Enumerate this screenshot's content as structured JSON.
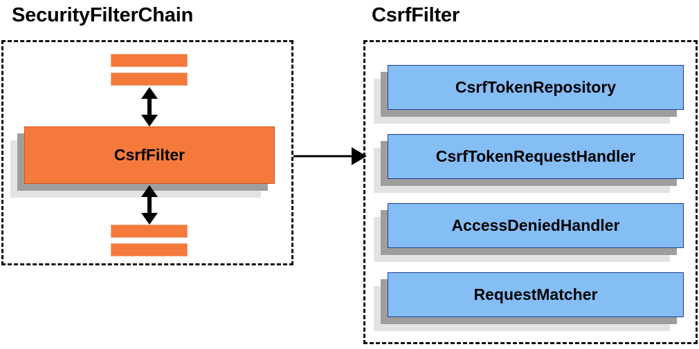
{
  "diagram": {
    "background": "#ffffff",
    "colors": {
      "orange_fill": "#f4793b",
      "orange_border": "#d6511b",
      "blue_fill": "#85bdf5",
      "blue_border": "#1f3c8c",
      "shadow_near": "#9e9e9e",
      "shadow_far": "#e3e3e3",
      "outline": "#111111",
      "text": "#000000"
    }
  },
  "left_panel": {
    "title": "SecurityFilterChain",
    "focus_box": {
      "label": "CsrfFilter"
    },
    "filters_above": [
      {
        "label": ""
      },
      {
        "label": ""
      }
    ],
    "filters_below": [
      {
        "label": ""
      },
      {
        "label": ""
      }
    ],
    "arrow_top": {
      "direction": "both"
    },
    "arrow_bottom": {
      "direction": "both"
    }
  },
  "connector": {
    "direction": "right",
    "from": "SecurityFilterChain",
    "to": "CsrfFilter"
  },
  "right_panel": {
    "title": "CsrfFilter",
    "collaborators": [
      {
        "label": "CsrfTokenRepository"
      },
      {
        "label": "CsrfTokenRequestHandler"
      },
      {
        "label": "AccessDeniedHandler"
      },
      {
        "label": "RequestMatcher"
      }
    ]
  }
}
